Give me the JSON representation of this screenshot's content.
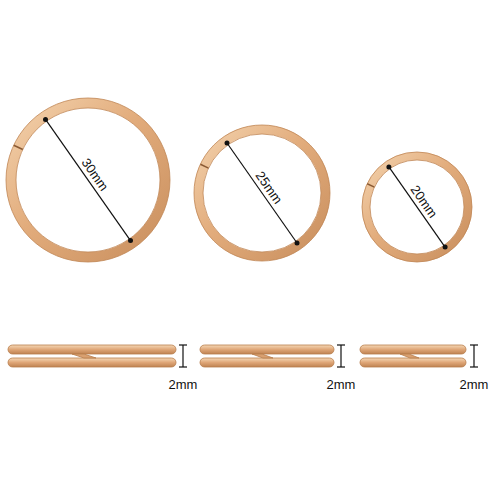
{
  "diagram": {
    "labels": [
      "30mm",
      "25mm",
      "20mm",
      "2mm",
      "2mm",
      "2mm"
    ]
  }
}
